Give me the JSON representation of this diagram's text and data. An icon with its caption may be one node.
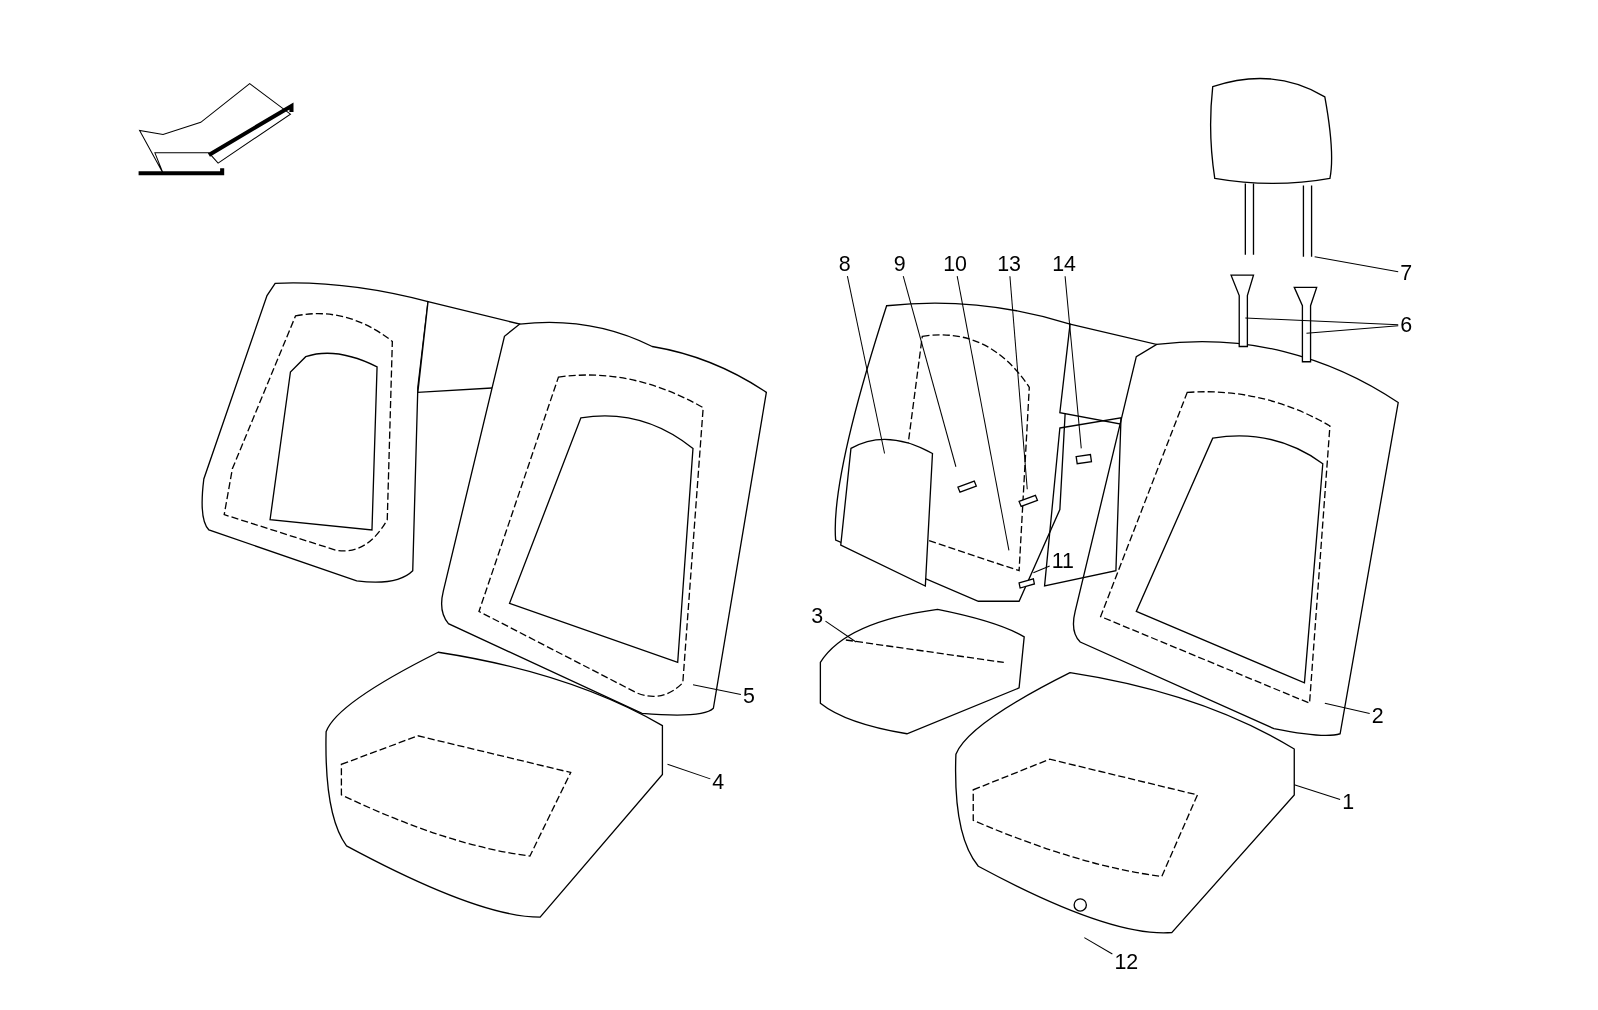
{
  "diagram": {
    "nodes": [
      {
        "text": [
          "7"
        ]
      },
      {
        "text": [
          "8"
        ]
      },
      {
        "text": [
          "9"
        ]
      },
      {
        "text": [
          "10"
        ]
      },
      {
        "text": [
          "13"
        ]
      },
      {
        "text": [
          "14"
        ]
      },
      {
        "text": [
          "6"
        ]
      },
      {
        "text": [
          "11"
        ]
      },
      {
        "text": [
          "3"
        ]
      },
      {
        "text": [
          "5"
        ]
      },
      {
        "text": [
          "2"
        ]
      },
      {
        "text": [
          "4"
        ]
      },
      {
        "text": [
          "1"
        ]
      },
      {
        "text": [
          "12"
        ]
      }
    ],
    "edges": [
      {
        "from": 0,
        "to": null,
        "arrow": "none"
      },
      {
        "from": 1,
        "to": null,
        "arrow": "none"
      },
      {
        "from": 2,
        "to": null,
        "arrow": "none"
      },
      {
        "from": 3,
        "to": null,
        "arrow": "none"
      },
      {
        "from": 4,
        "to": null,
        "arrow": "none"
      },
      {
        "from": 5,
        "to": null,
        "arrow": "none"
      },
      {
        "from": 6,
        "to": null,
        "arrow": "none"
      },
      {
        "from": 6,
        "to": null,
        "arrow": "none"
      },
      {
        "from": 7,
        "to": null,
        "arrow": "none"
      },
      {
        "from": 8,
        "to": null,
        "arrow": "none"
      },
      {
        "from": 9,
        "to": null,
        "arrow": "none"
      },
      {
        "from": 10,
        "to": null,
        "arrow": "none"
      },
      {
        "from": 11,
        "to": null,
        "arrow": "none"
      },
      {
        "from": 12,
        "to": null,
        "arrow": "none"
      },
      {
        "from": 13,
        "to": null,
        "arrow": "none"
      }
    ]
  }
}
